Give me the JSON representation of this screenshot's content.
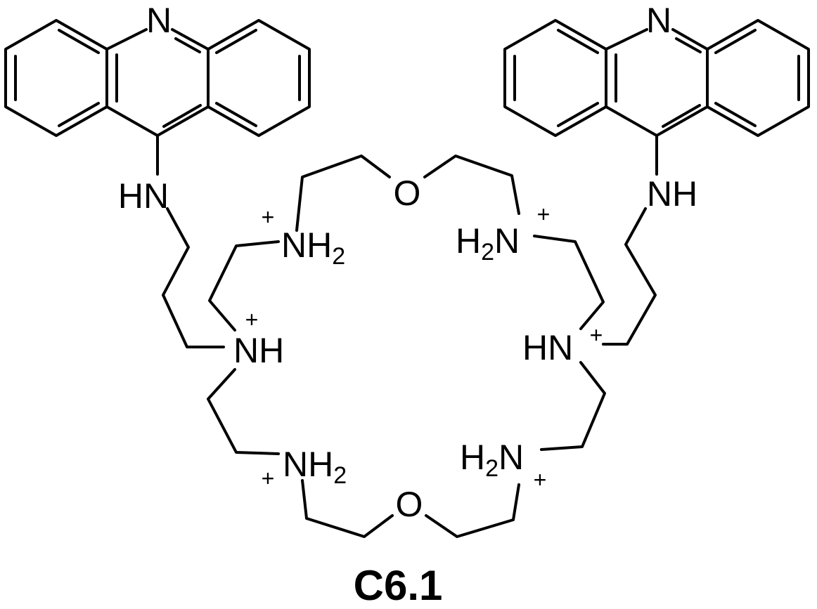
{
  "molecule": {
    "compound_label": "C6.1",
    "atoms": {
      "acridine_n": "N",
      "amine_nh": "NH",
      "amine_hn": "HN",
      "amine_h": "H",
      "amine_n": "N",
      "ether_o": "O",
      "h2_prefix": "H",
      "h2_subscript": "2",
      "charge": "+"
    }
  }
}
